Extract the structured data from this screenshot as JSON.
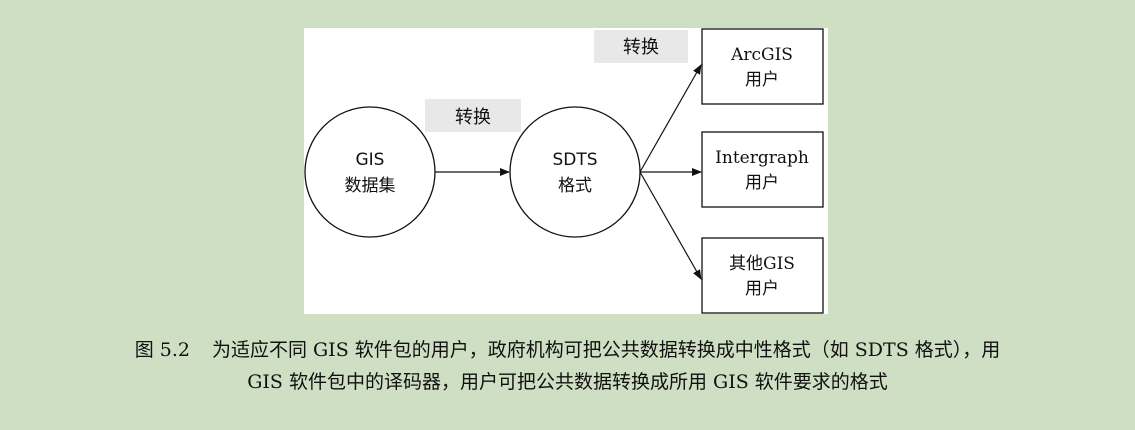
{
  "diagram": {
    "source_node": {
      "line1": "GIS",
      "line2": "数据集"
    },
    "middle_node": {
      "line1": "SDTS",
      "line2": "格式"
    },
    "convert_label_left": "转换",
    "convert_label_right": "转换",
    "targets": [
      {
        "line1": "ArcGIS",
        "line2": "用户"
      },
      {
        "line1": "Intergraph",
        "line2": "用户"
      },
      {
        "line1": "其他GIS",
        "line2": "用户"
      }
    ]
  },
  "caption": {
    "number": "图 5.2",
    "line1": "为适应不同 GIS 软件包的用户，政府机构可把公共数据转换成中性格式（如 SDTS 格式），用",
    "line2": "GIS 软件包中的译码器，用户可把公共数据转换成所用 GIS 软件要求的格式"
  },
  "colors": {
    "background": "#cfdfc4",
    "tag_fill": "#e8e8e8",
    "panel": "#ffffff"
  }
}
